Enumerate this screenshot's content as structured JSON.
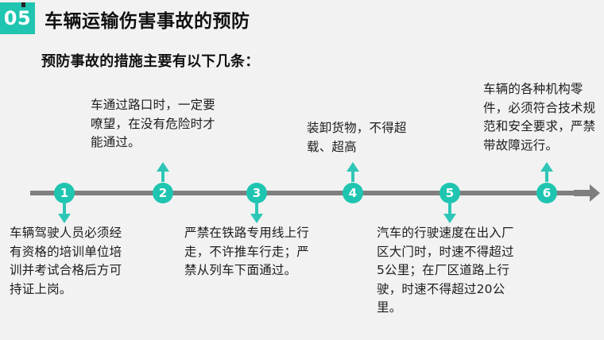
{
  "header": {
    "badge_number": "05",
    "title": "车辆运输伤害事故的预防",
    "badge_color": "#1fc5b0",
    "title_color": "#111111"
  },
  "subtitle": "预防事故的措施主要有以下几条：",
  "timeline": {
    "line_color": "#7f7f7f",
    "node_color": "#1fc5b0",
    "node_text_color": "#ffffff",
    "arrow_color": "#1fc5b0",
    "nodes": [
      {
        "number": "1",
        "position": "below",
        "text": "车辆驾驶人员必须经有资格的培训单位培训并考试合格后方可持证上岗。"
      },
      {
        "number": "2",
        "position": "above",
        "text": "车通过路口时，一定要嘹望，在没有危险时才能通过。"
      },
      {
        "number": "3",
        "position": "below",
        "text": "严禁在铁路专用线上行走，不许推车行走；严禁从列车下面通过。"
      },
      {
        "number": "4",
        "position": "above",
        "text": "装卸货物，不得超载、超高"
      },
      {
        "number": "5",
        "position": "below",
        "text": "汽车的行驶速度在出入厂区大门时，时速不得超过5公里；在厂区道路上行驶，时速不得超过20公里。"
      },
      {
        "number": "6",
        "position": "above",
        "text": "车辆的各种机构零件，必须符合技术规范和安全要求，严禁带故障远行。"
      }
    ]
  },
  "background_color": "#f2f2f2"
}
